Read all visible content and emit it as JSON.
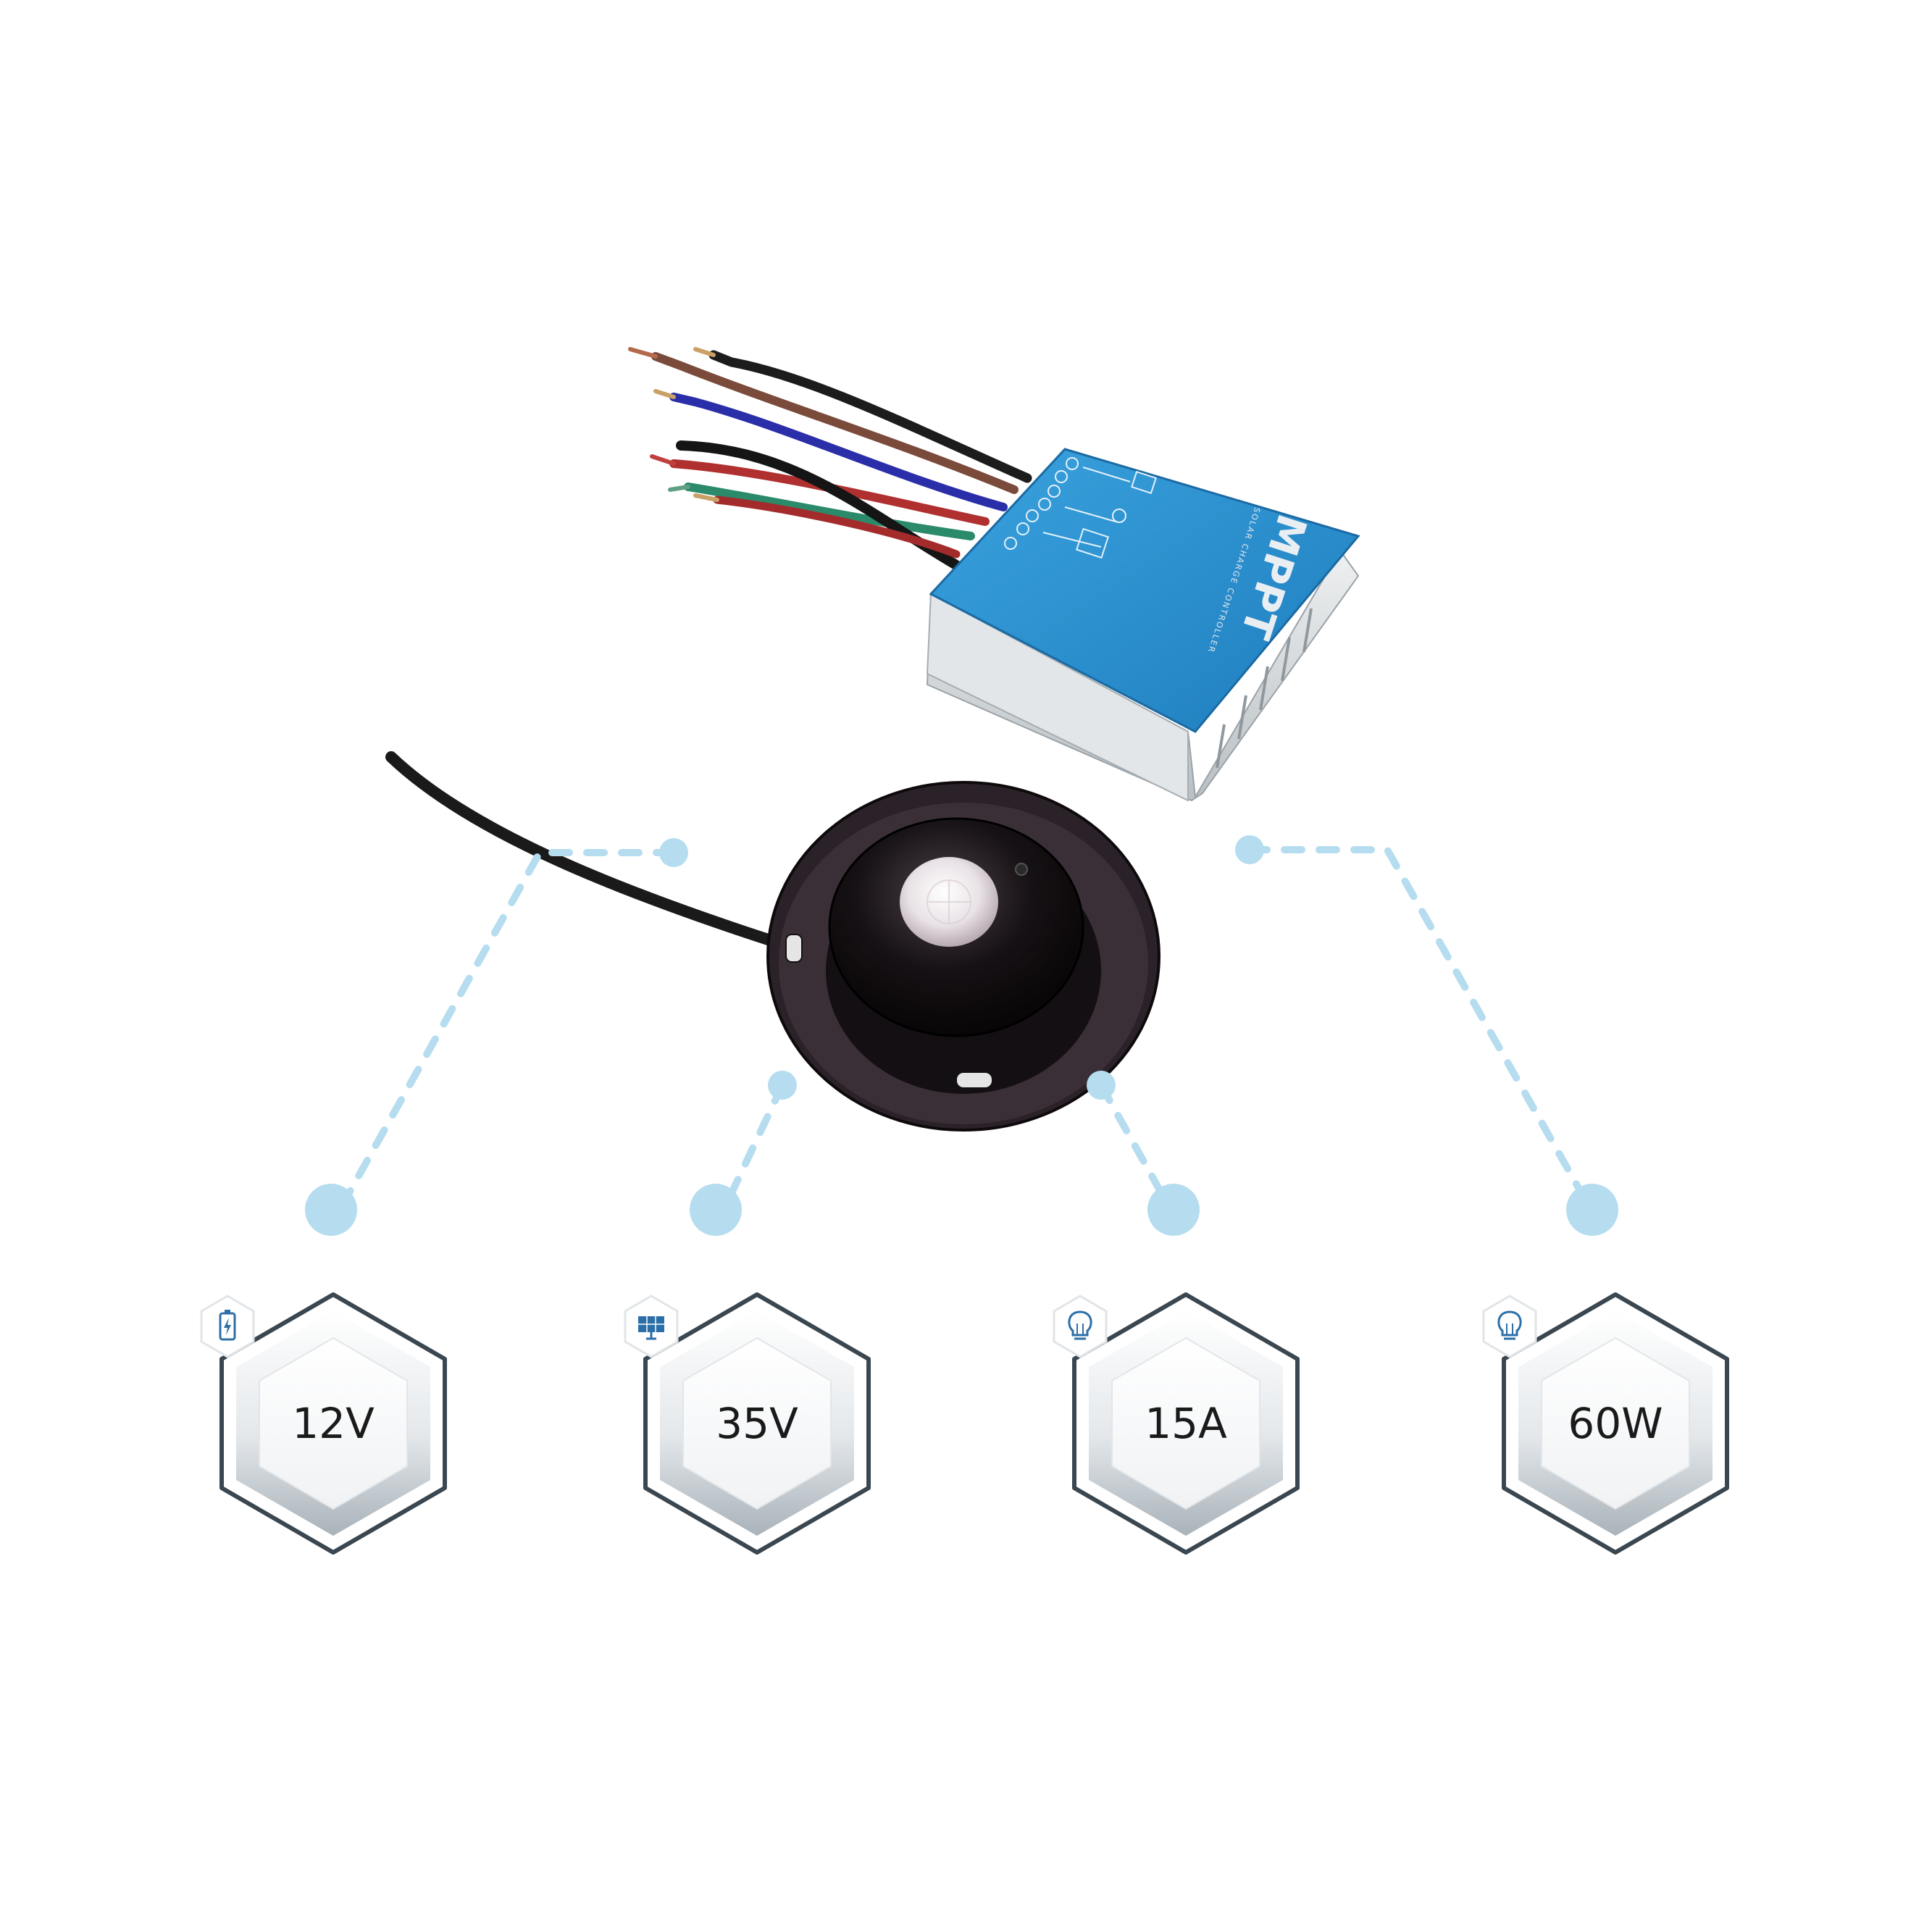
{
  "product": {
    "controller_label": "MPPT",
    "controller_sublabel": "SOLAR CHARGE CONTROLLER"
  },
  "specs": [
    {
      "value": "12V",
      "icon": "battery-icon"
    },
    {
      "value": "35V",
      "icon": "solar-panel-icon"
    },
    {
      "value": "15A",
      "icon": "light-bulb-icon"
    },
    {
      "value": "60W",
      "icon": "light-bulb-icon"
    }
  ],
  "colors": {
    "connector": "#b5dcef",
    "hex_outline": "#3a4750",
    "controller_top": "#2b8fd0",
    "controller_body": "#d5d9dc",
    "sensor": "#1a1418"
  }
}
